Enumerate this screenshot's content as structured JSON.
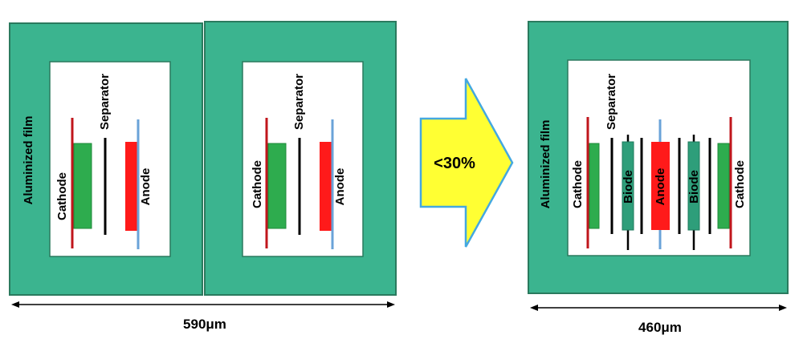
{
  "left_cell_1": {
    "film_label": "Aluminized film",
    "cathode_label": "Cathode",
    "separator_label": "Separator",
    "anode_label": "Anode"
  },
  "left_cell_2": {
    "cathode_label": "Cathode",
    "separator_label": "Separator",
    "anode_label": "Anode"
  },
  "arrow": {
    "label": "<30%"
  },
  "right_cell": {
    "film_label": "Aluminized film",
    "cathode_left_label": "Cathode",
    "separator_label": "Separator",
    "biode_left_label": "Biode",
    "anode_label": "Anode",
    "biode_right_label": "Biode",
    "cathode_right_label": "Cathode"
  },
  "dimensions": {
    "left_width_label": "590μm",
    "right_width_label": "460μm"
  },
  "colors": {
    "film": "#3bb48f",
    "film_border": "#2a7a5e",
    "cathode_current_collector": "#c0161c",
    "cathode_material": "#2eac4e",
    "anode_current_collector": "#6aa3d8",
    "anode_material": "#ff1a1a",
    "biode_material": "#2e9e7a",
    "arrow_fill": "#ffff33",
    "arrow_border": "#44a8e0"
  }
}
